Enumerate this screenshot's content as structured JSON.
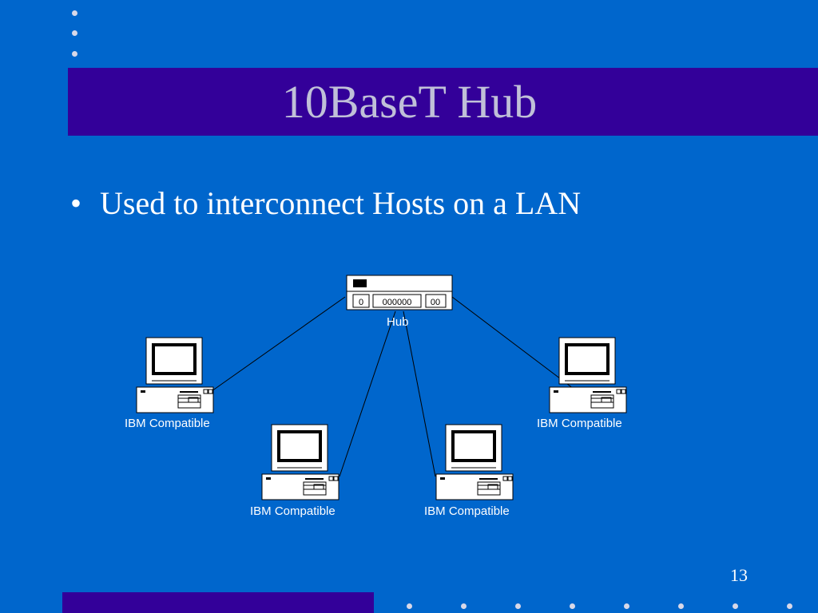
{
  "slide": {
    "title": "10BaseT Hub",
    "bullets": [
      "Used to interconnect Hosts on a LAN"
    ],
    "page_number": "13",
    "colors": {
      "background": "#0066cc",
      "title_bar": "#330099",
      "title_text": "#c0c0d8",
      "text": "#ffffff"
    }
  },
  "diagram": {
    "hub": {
      "label": "Hub",
      "port_glyphs": {
        "left": "0",
        "middle": "000000",
        "right": "00"
      },
      "icon": "hub-icon"
    },
    "computers": [
      {
        "label": "IBM Compatible",
        "icon": "desktop-computer-icon"
      },
      {
        "label": "IBM Compatible",
        "icon": "desktop-computer-icon"
      },
      {
        "label": "IBM Compatible",
        "icon": "desktop-computer-icon"
      },
      {
        "label": "IBM Compatible",
        "icon": "desktop-computer-icon"
      }
    ]
  }
}
